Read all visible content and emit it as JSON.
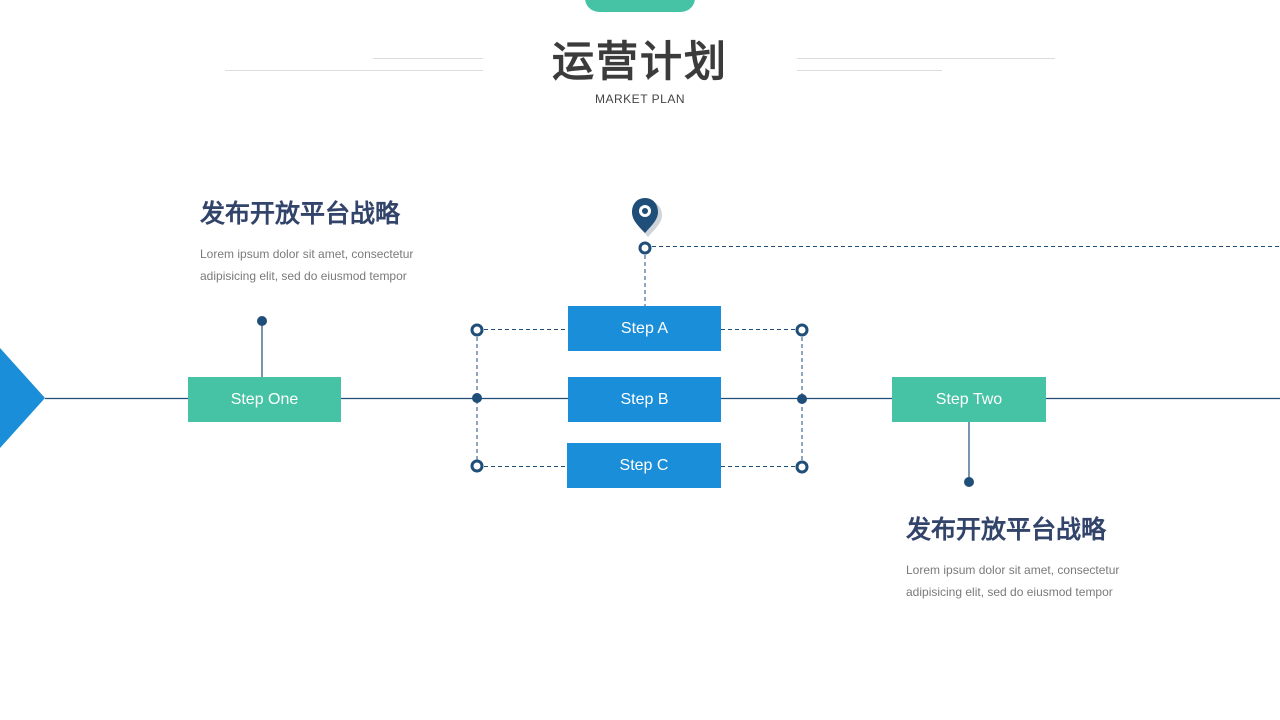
{
  "header": {
    "title": "运营计划",
    "subtitle": "MARKET  PLAN"
  },
  "colors": {
    "green": "#46c3a4",
    "blue": "#1a8ed8",
    "navy": "#1f4e79",
    "heading": "#33446b"
  },
  "blocks": [
    {
      "heading": "发布开放平台战略",
      "line1": "Lorem ipsum dolor sit amet, consectetur",
      "line2": "adipisicing elit, sed do eiusmod tempor"
    },
    {
      "heading": "发布开放平台战略",
      "line1": "Lorem ipsum dolor sit amet, consectetur",
      "line2": "adipisicing elit, sed do eiusmod tempor"
    }
  ],
  "steps": {
    "one": "Step One",
    "a": "Step A",
    "b": "Step B",
    "c": "Step C",
    "two": "Step Two"
  },
  "icons": {
    "start": "arrow-right-icon",
    "marker": "map-pin-icon"
  }
}
